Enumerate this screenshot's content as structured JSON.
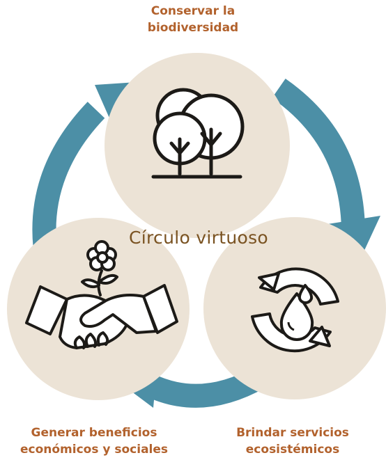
{
  "title": "Círculo virtuoso",
  "colors": {
    "circle_fill": "#ece3d6",
    "arrow": "#4c8fa6",
    "label_text": "#b2622d",
    "title_text": "#7a5322",
    "icon_stroke": "#1c1a17"
  },
  "nodes": [
    {
      "id": "top",
      "label_lines": [
        "Conservar la",
        "biodiversidad"
      ],
      "icon": "trees-icon"
    },
    {
      "id": "bottom-right",
      "label_lines": [
        "Brindar servicios",
        "ecosistémicos"
      ],
      "icon": "water-cycle-icon"
    },
    {
      "id": "bottom-left",
      "label_lines": [
        "Generar beneficios",
        "económicos y sociales"
      ],
      "icon": "handshake-flower-icon"
    }
  ],
  "arrows": [
    {
      "from": "top",
      "to": "bottom-right"
    },
    {
      "from": "bottom-right",
      "to": "bottom-left"
    },
    {
      "from": "bottom-left",
      "to": "top"
    }
  ]
}
